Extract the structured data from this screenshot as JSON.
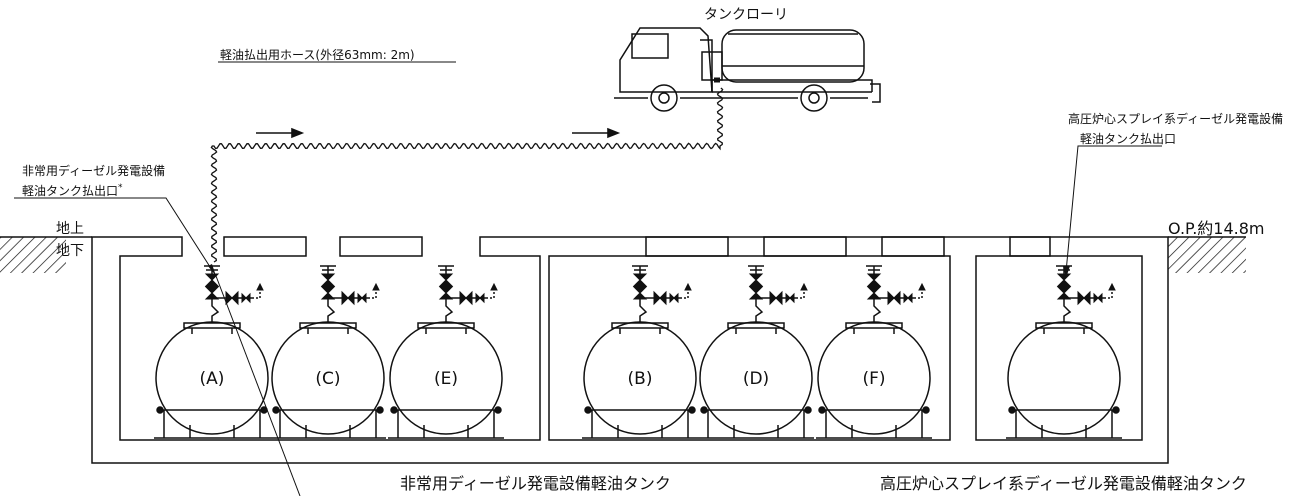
{
  "labels": {
    "tank_lorry": "タンクローリ",
    "hose": "軽油払出用ホース(外径63mm: 2m)",
    "emergency_outlet_line1": "非常用ディーゼル発電設備",
    "emergency_outlet_line2": "軽油タンク払出口",
    "emergency_outlet_mark": "*",
    "hpcs_outlet_line1": "高圧炉心スプレイ系ディーゼル発電設備",
    "hpcs_outlet_line2": "軽油タンク払出口",
    "ground_above": "地上",
    "ground_below": "地下",
    "elevation": "O.P.約14.8m",
    "emergency_tanks_caption": "非常用ディーゼル発電設備軽油タンク",
    "hpcs_tank_caption": "高圧炉心スプレイ系ディーゼル発電設備軽油タンク"
  },
  "tanks": [
    {
      "id": "A",
      "label": "(A)"
    },
    {
      "id": "C",
      "label": "(C)"
    },
    {
      "id": "E",
      "label": "(E)"
    },
    {
      "id": "B",
      "label": "(B)"
    },
    {
      "id": "D",
      "label": "(D)"
    },
    {
      "id": "F",
      "label": "(F)"
    },
    {
      "id": "HPCS",
      "label": ""
    }
  ],
  "colors": {
    "line": "#111111",
    "background": "#ffffff"
  }
}
